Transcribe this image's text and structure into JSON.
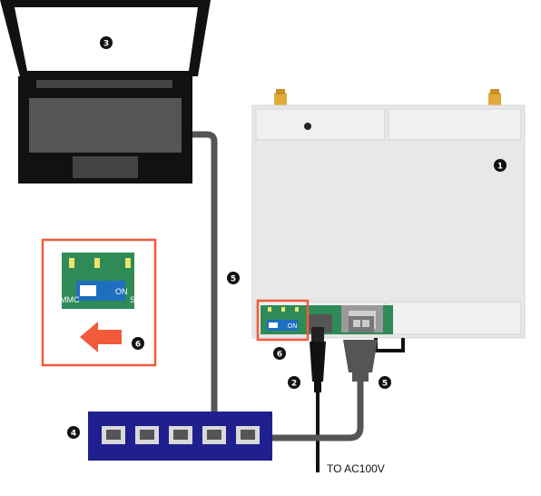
{
  "labels": {
    "n1": "1",
    "n2": "2",
    "n3": "3",
    "n4": "4",
    "n5a": "5",
    "n5b": "5",
    "n6a": "6",
    "n6b": "6",
    "power": "TO AC100V",
    "switch_mmc": "MMC",
    "switch_s": "S",
    "switch_on": "ON",
    "board_on": "ON"
  },
  "colors": {
    "laptop": "#111111",
    "device": "#e8e8e8",
    "hub": "#1f1f8f",
    "cable": "#555555",
    "power_cable": "#111111",
    "highlight": "#f15a3a",
    "board": "#2e8b57",
    "dip": "#1e6fbf"
  }
}
